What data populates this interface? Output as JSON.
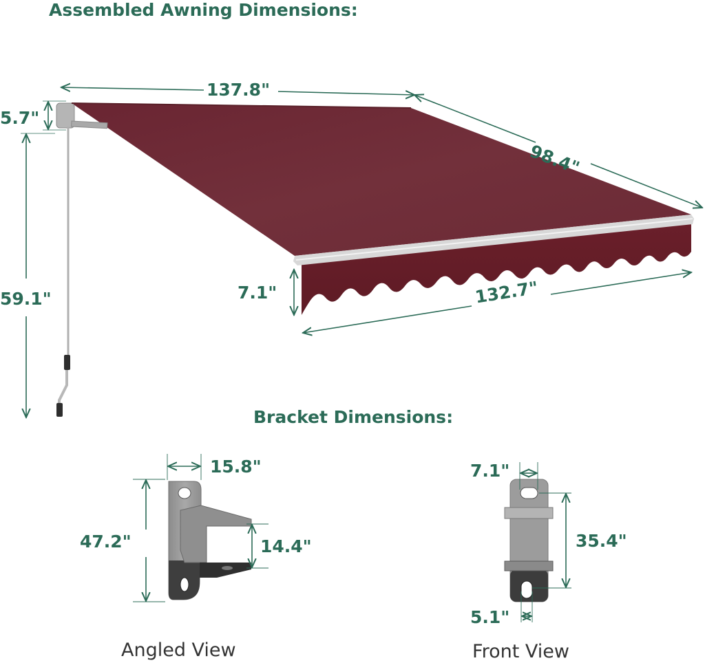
{
  "headings": {
    "awning": "Assembled Awning Dimensions:",
    "bracket": "Bracket Dimensions:"
  },
  "awning_dims": {
    "width": "137.8\"",
    "projection": "98.4\"",
    "cassette_height": "5.7\"",
    "crank_length": "59.1\"",
    "valance_height": "7.1\"",
    "valance_width": "132.7\""
  },
  "bracket_dims": {
    "angled_width": "15.8\"",
    "angled_height": "47.2\"",
    "angled_arm_gap": "14.4\"",
    "front_top_hole": "7.1\"",
    "front_hole_spacing": "35.4\"",
    "front_bottom_hole": "5.1\""
  },
  "captions": {
    "angled": "Angled View",
    "front": "Front View"
  },
  "colors": {
    "heading": "#2b6b57",
    "fabric": "#6e2b36",
    "fabric_dark": "#5a2029",
    "dimension_line": "#2b6b57",
    "bracket_light": "#9a9a9a",
    "bracket_dark": "#3b3b3b"
  }
}
